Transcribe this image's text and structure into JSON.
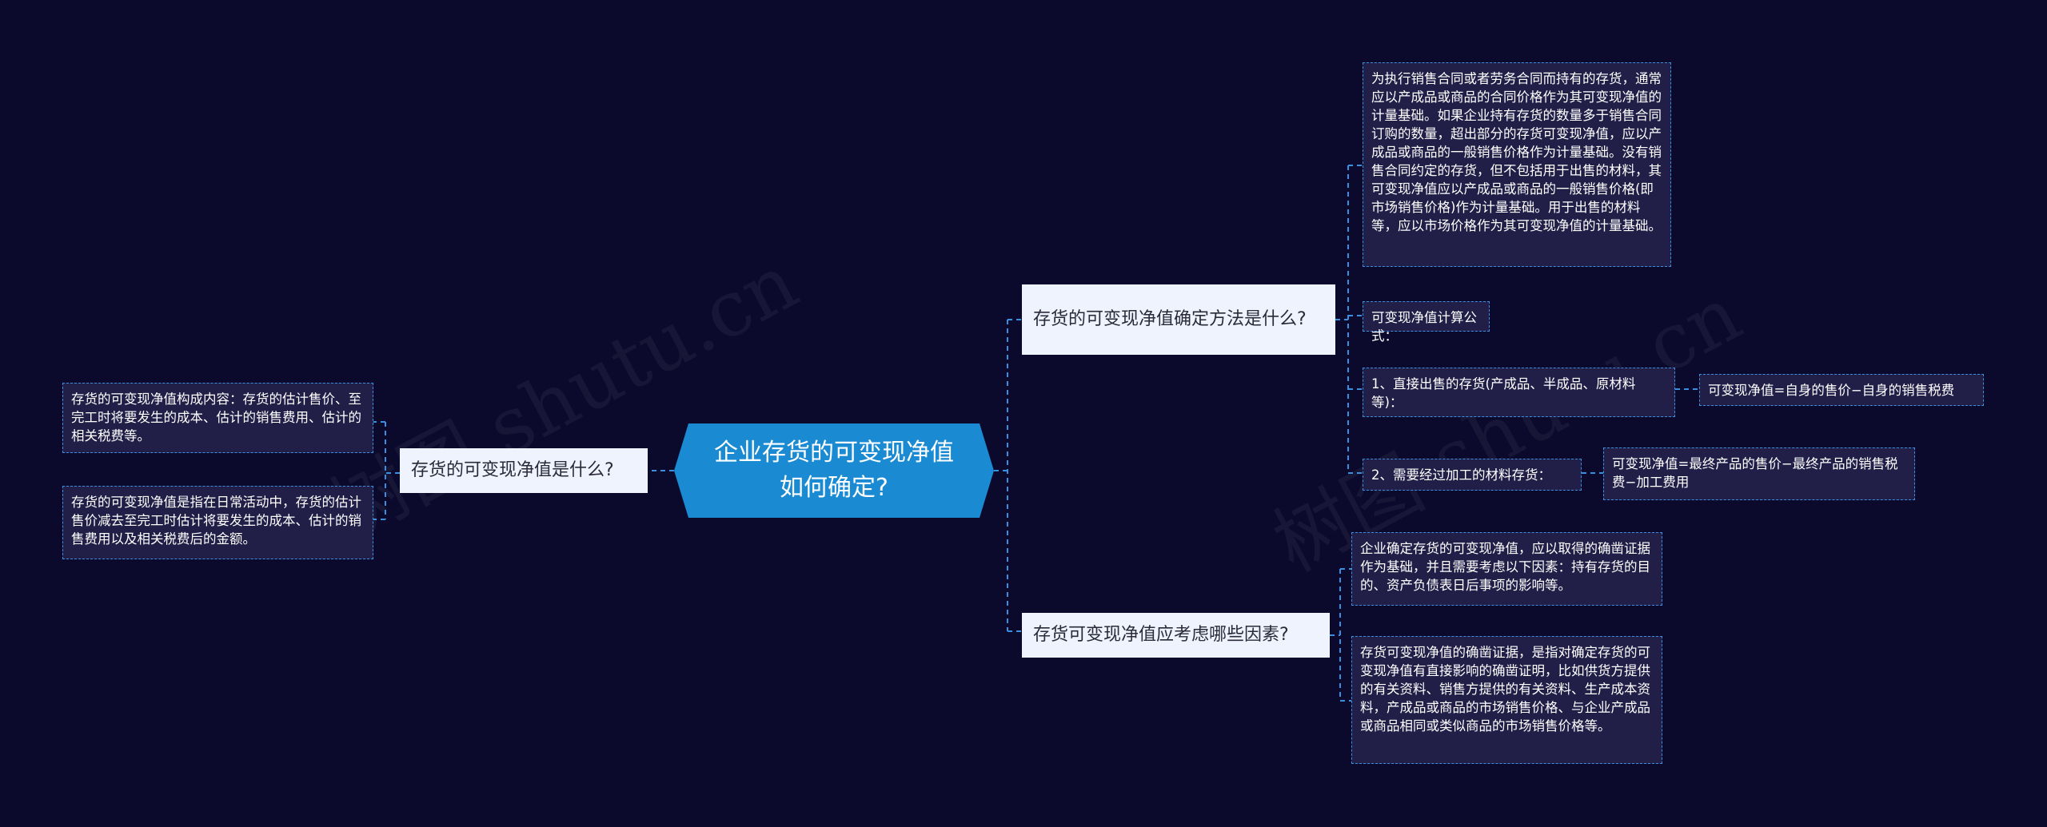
{
  "mindmap": {
    "root": "企业存货的可变现净值如何确定?",
    "left_branch": {
      "label": "存货的可变现净值是什么?",
      "leaves": [
        "存货的可变现净值构成内容：存货的估计售价、至完工时将要发生的成本、估计的销售费用、估计的相关税费等。",
        "存货的可变现净值是指在日常活动中，存货的估计售价减去至完工时估计将要发生的成本、估计的销售费用以及相关税费后的金额。"
      ]
    },
    "right_branch_1": {
      "label": "存货的可变现净值确定方法是什么?",
      "leaf_contract": "为执行销售合同或者劳务合同而持有的存货，通常应以产成品或商品的合同价格作为其可变现净值的计量基础。如果企业持有存货的数量多于销售合同订购的数量，超出部分的存货可变现净值，应以产成品或商品的一般销售价格作为计量基础。没有销售合同约定的存货，但不包括用于出售的材料，其可变现净值应以产成品或商品的一般销售价格(即市场销售价格)作为计量基础。用于出售的材料等，应以市场价格作为其可变现净值的计量基础。",
      "leaf_formula": "可变现净值计算公式：",
      "leaf_direct": "1、直接出售的存货(产成品、半成品、原材料等)：",
      "leaf_direct_formula": "可变现净值=自身的售价−自身的销售税费",
      "leaf_processing": "2、需要经过加工的材料存货：",
      "leaf_processing_formula": "可变现净值=最终产品的售价−最终产品的销售税费−加工费用"
    },
    "right_branch_2": {
      "label": "存货可变现净值应考虑哪些因素?",
      "leaves": [
        "企业确定存货的可变现净值，应以取得的确凿证据作为基础，并且需要考虑以下因素：持有存货的目的、资产负债表日后事项的影响等。",
        "存货可变现净值的确凿证据，是指对确定存货的可变现净值有直接影响的确凿证明，比如供货方提供的有关资料、销售方提供的有关资料、生产成本资料，产成品或商品的市场销售价格、与企业产成品或商品相同或类似商品的市场销售价格等。"
      ]
    }
  },
  "watermark": "树图 shutu.cn",
  "colors": {
    "background": "#0b0a2c",
    "root": "#1a8bd3",
    "branch": "#eef3fd",
    "leaf_bg": "#211e47",
    "line": "#3b8fe0"
  }
}
